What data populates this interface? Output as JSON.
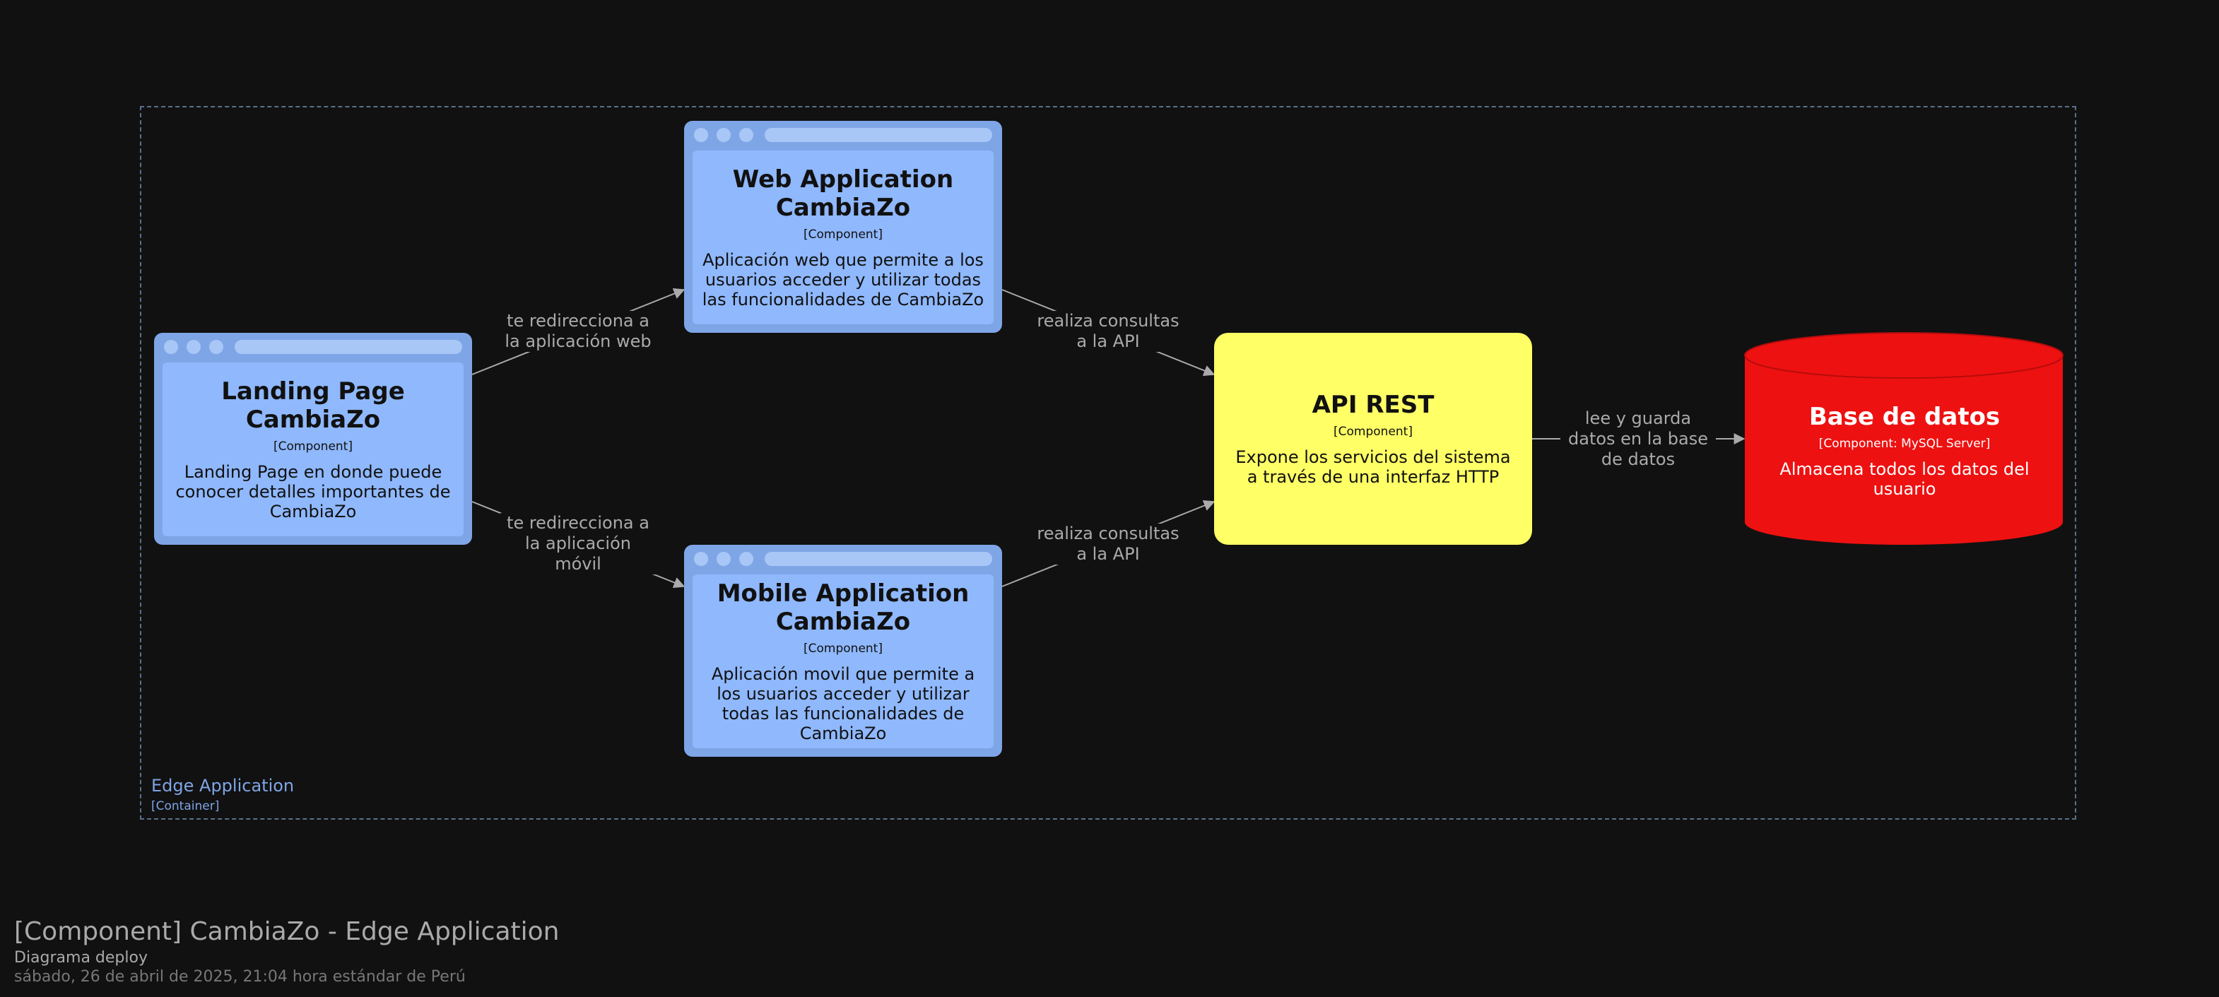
{
  "colors": {
    "background": "#111111",
    "component_blue": "#8fb8fd",
    "component_blue_frame": "#7ea5e6",
    "api_yellow": "#ffff66",
    "database_red": "#ee1111",
    "boundary": "#5b6f8c",
    "relationship": "#aaaaaa"
  },
  "boundary": {
    "name": "Edge Application",
    "type": "[Container]"
  },
  "elements": {
    "landing": {
      "title": "Landing Page CambiaZo",
      "type": "[Component]",
      "description": "Landing Page en donde puede conocer detalles importantes de CambiaZo",
      "icon": "browser-window-icon"
    },
    "web": {
      "title": "Web Application CambiaZo",
      "type": "[Component]",
      "description": "Aplicación web que permite a los usuarios acceder y utilizar todas las funcionalidades de CambiaZo",
      "icon": "browser-window-icon"
    },
    "mobile": {
      "title": "Mobile Application CambiaZo",
      "type": "[Component]",
      "description": "Aplicación movil que permite a los usuarios acceder y utilizar todas las funcionalidades de CambiaZo",
      "icon": "browser-window-icon"
    },
    "api": {
      "title": "API REST",
      "type": "[Component]",
      "description": "Expone los servicios del sistema a través de una interfaz HTTP"
    },
    "db": {
      "title": "Base de datos",
      "type": "[Component: MySQL Server]",
      "description": "Almacena todos los datos del usuario",
      "icon": "cylinder-icon"
    }
  },
  "relationships": {
    "landing_web": {
      "label": "te redirecciona a la aplicación web"
    },
    "landing_mobile": {
      "label": "te redirecciona a la aplicación móvil"
    },
    "web_api": {
      "label": "realiza consultas a la API"
    },
    "mobile_api": {
      "label": "realiza consultas a la API"
    },
    "api_db": {
      "label": "lee y guarda datos en la base de datos"
    }
  },
  "footer": {
    "title": "[Component] CambiaZo - Edge Application",
    "subtitle": "Diagrama deploy",
    "date": "sábado, 26 de abril de 2025, 21:04 hora estándar de Perú"
  }
}
